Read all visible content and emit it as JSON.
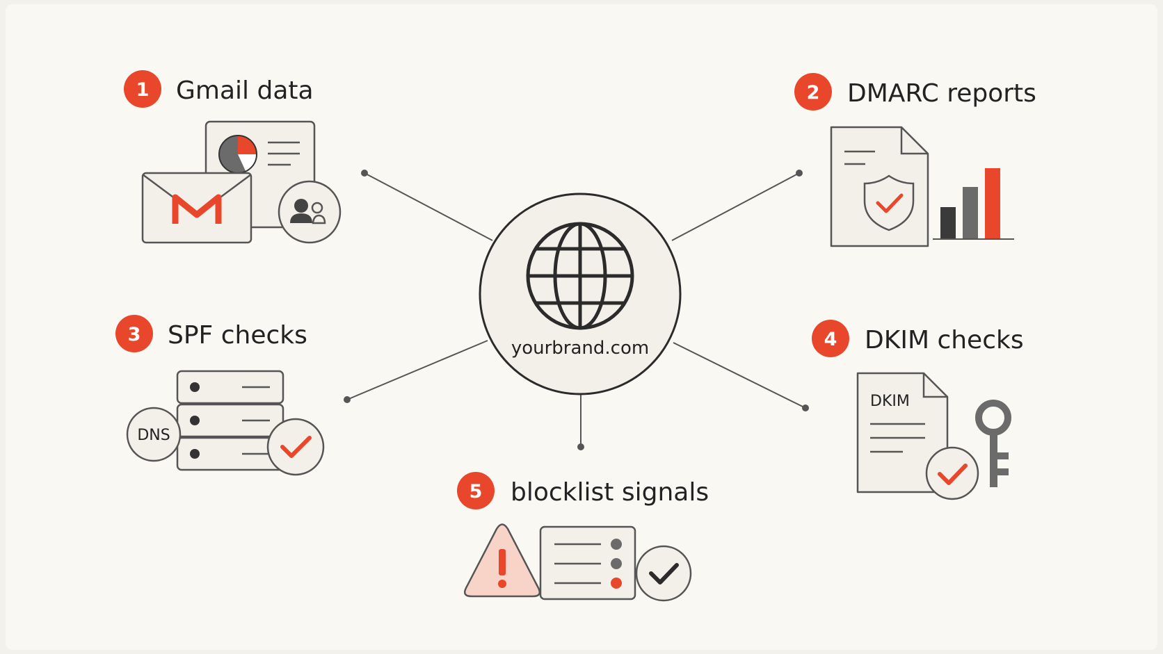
{
  "colors": {
    "accent": "#e8472b",
    "ink": "#2b2b2b",
    "gray": "#6b6b6b",
    "card": "#f3f0ea",
    "background": "#faf8f3",
    "warning_fill": "#f8d3c8"
  },
  "hub": {
    "label": "yourbrand.com",
    "icon": "globe-icon"
  },
  "sources": [
    {
      "number": "1",
      "label": "Gmail data",
      "icons": [
        "gmail-envelope-icon",
        "pie-chart-report-icon",
        "users-icon"
      ]
    },
    {
      "number": "2",
      "label": "DMARC reports",
      "icons": [
        "shield-document-icon",
        "bar-chart-icon"
      ]
    },
    {
      "number": "3",
      "label": "SPF checks",
      "dns_label": "DNS",
      "icons": [
        "server-stack-icon",
        "dns-icon",
        "check-circle-icon"
      ]
    },
    {
      "number": "4",
      "label": "DKIM checks",
      "doc_label": "DKIM",
      "icons": [
        "dkim-document-icon",
        "key-icon",
        "check-circle-icon"
      ]
    },
    {
      "number": "5",
      "label": "blocklist signals",
      "icons": [
        "warning-triangle-icon",
        "list-icon",
        "check-circle-icon"
      ]
    }
  ]
}
